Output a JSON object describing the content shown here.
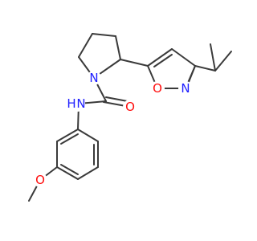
{
  "molecule": {
    "atoms": [
      {
        "id": "N_pyr",
        "label": "N",
        "color": "#2020ff"
      },
      {
        "id": "O_isox",
        "label": "O",
        "color": "#ff0d0d"
      },
      {
        "id": "N_isox",
        "label": "N",
        "color": "#2020ff"
      },
      {
        "id": "O_carbonyl",
        "label": "O",
        "color": "#ff0d0d"
      },
      {
        "id": "NH_amide",
        "label": "N",
        "color": "#2020ff"
      },
      {
        "id": "H_amide",
        "label": "H",
        "color": "#2020ff"
      },
      {
        "id": "O_methoxy",
        "label": "O",
        "color": "#ff0d0d"
      }
    ],
    "bond_color": "#3a3a3a"
  }
}
